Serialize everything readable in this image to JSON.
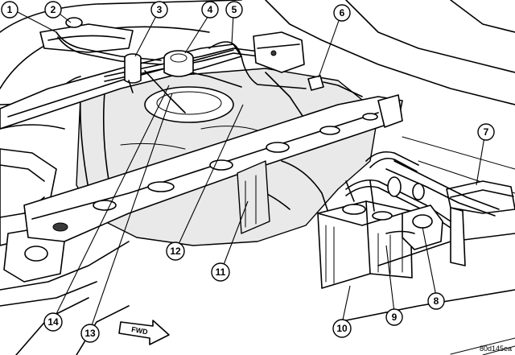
{
  "figure_id": "80d145ea",
  "direction_label": "FWD",
  "callouts": [
    {
      "number": "1"
    },
    {
      "number": "2"
    },
    {
      "number": "3"
    },
    {
      "number": "4"
    },
    {
      "number": "5"
    },
    {
      "number": "6"
    },
    {
      "number": "7"
    },
    {
      "number": "8"
    },
    {
      "number": "9"
    },
    {
      "number": "10"
    },
    {
      "number": "11"
    },
    {
      "number": "12"
    },
    {
      "number": "13"
    },
    {
      "number": "14"
    }
  ]
}
